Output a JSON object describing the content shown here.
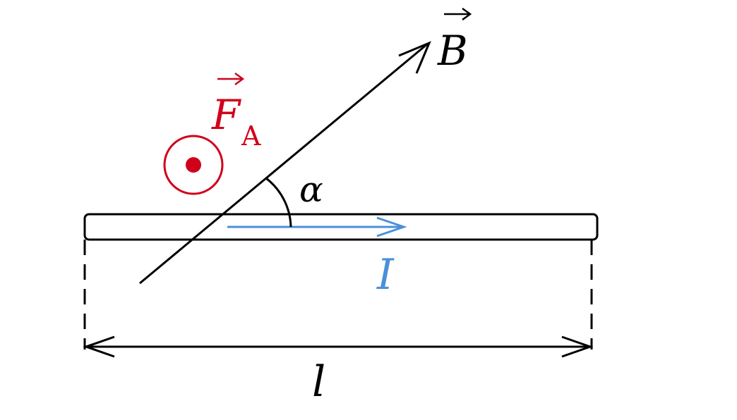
{
  "labels": {
    "magnetic_field": "B",
    "force": "F",
    "force_subscript": "A",
    "current": "I",
    "angle": "α",
    "length": "l"
  },
  "colors": {
    "force": "#d0021b",
    "current": "#4a90d9",
    "ink": "#000000"
  }
}
